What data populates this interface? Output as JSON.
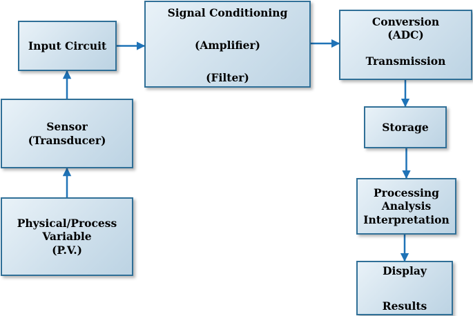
{
  "colors": {
    "box_border": "#2f6f97",
    "arrow": "#1f73b7",
    "box_fill_light": "#e9f2f8",
    "box_fill_dark": "#bcd3e3"
  },
  "boxes": {
    "input_circuit": {
      "lines": [
        "Input Circuit"
      ]
    },
    "signal_conditioning": {
      "lines": [
        "Signal Conditioning",
        "(Amplifier)",
        "(Filter)"
      ]
    },
    "conversion": {
      "lines": [
        "Conversion",
        "(ADC)",
        "Transmission"
      ]
    },
    "sensor": {
      "lines": [
        "Sensor",
        "(Transducer)"
      ]
    },
    "storage": {
      "lines": [
        "Storage"
      ]
    },
    "physical_process": {
      "lines": [
        "Physical/Process",
        "Variable",
        "(P.V.)"
      ]
    },
    "processing": {
      "lines": [
        "Processing",
        "Analysis",
        "Interpretation"
      ]
    },
    "display": {
      "lines": [
        "Display",
        "Results"
      ]
    }
  },
  "connections": [
    [
      "physical_process",
      "sensor"
    ],
    [
      "sensor",
      "input_circuit"
    ],
    [
      "input_circuit",
      "signal_conditioning"
    ],
    [
      "signal_conditioning",
      "conversion"
    ],
    [
      "conversion",
      "storage"
    ],
    [
      "storage",
      "processing"
    ],
    [
      "processing",
      "display"
    ]
  ]
}
